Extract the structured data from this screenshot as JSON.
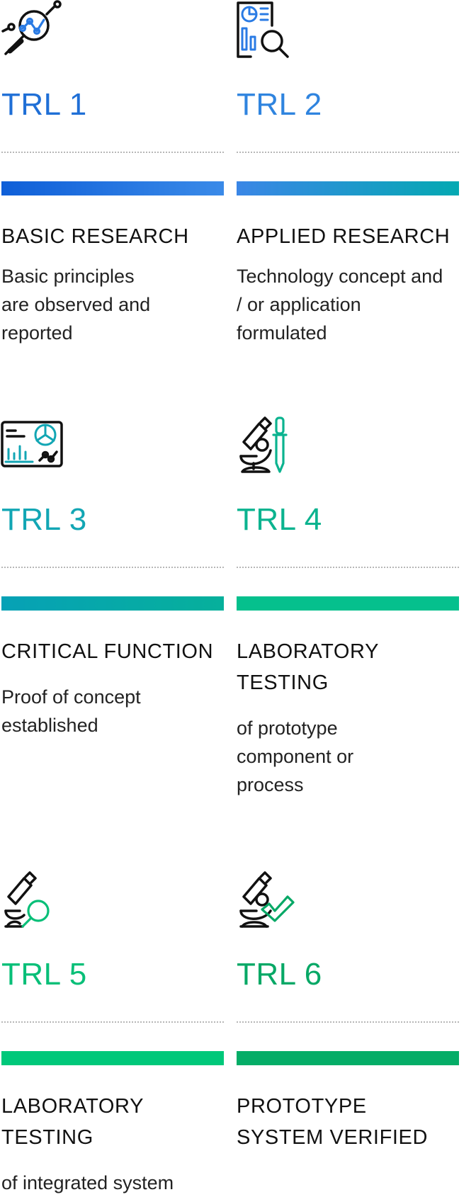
{
  "colors": {
    "trl1": "#1f6fd6",
    "trl2": "#2f84df",
    "trl3": "#12a6b4",
    "trl4": "#0bb38f",
    "trl5": "#08bf78",
    "trl6": "#07a866",
    "bar1_from": "#0f5fd8",
    "bar1_to": "#3a8ae8",
    "bar2_from": "#3a86e6",
    "bar2_to": "#04a9b2",
    "bar3_from": "#06a1b6",
    "bar3_to": "#06b09b",
    "bar4": "#05c08d",
    "bar5": "#00c87a",
    "bar6": "#04ad67"
  },
  "cards": [
    {
      "icon": "magnifier-chart-icon",
      "trl_label": "TRL 1",
      "stage": "BASIC RESEARCH",
      "description": "Basic principles are observed and reported"
    },
    {
      "icon": "report-magnifier-icon",
      "trl_label": "TRL 2",
      "stage": "APPLIED RESEARCH",
      "description": "Technology concept and / or application formulated"
    },
    {
      "icon": "dashboard-chart-icon",
      "trl_label": "TRL 3",
      "stage": "CRITICAL FUNCTION",
      "description": "Proof of concept established"
    },
    {
      "icon": "microscope-pipette-icon",
      "trl_label": "TRL 4",
      "stage": "LABORATORY TESTING",
      "description": "of prototype component or process"
    },
    {
      "icon": "microscope-magnifier-icon",
      "trl_label": "TRL 5",
      "stage": "LABORATORY TESTING",
      "description": "of integrated system"
    },
    {
      "icon": "microscope-check-icon",
      "trl_label": "TRL 6",
      "stage": "PROTOTYPE SYSTEM VERIFIED",
      "description": ""
    }
  ]
}
